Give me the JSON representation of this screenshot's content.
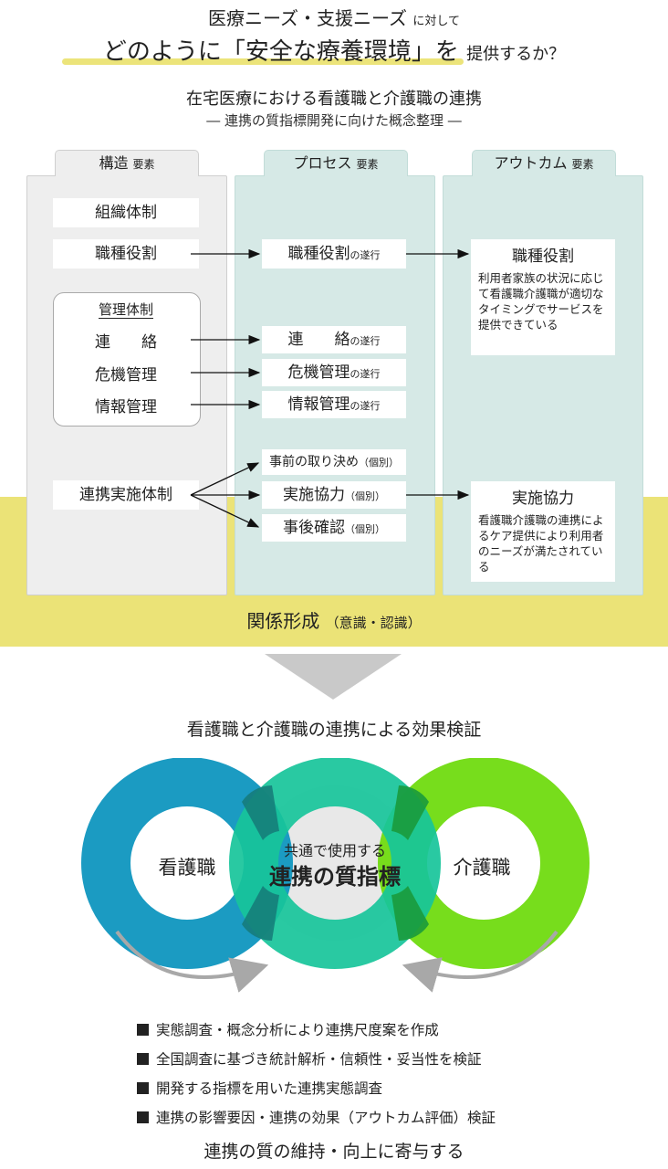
{
  "header": {
    "line1_main": "医療ニーズ・支援ニーズ",
    "line1_small": "に対して",
    "line2_main": "どのように「安全な療養環境」を",
    "line2_small": "提供するか？",
    "subtitle": "在宅医療における看護職と介護職の連携",
    "subtitle2": "― 連携の質指標開発に向けた概念整理 ―"
  },
  "columns": {
    "structure": {
      "label": "構造",
      "suffix": "要素"
    },
    "process": {
      "label": "プロセス",
      "suffix": "要素"
    },
    "outcome": {
      "label": "アウトカム",
      "suffix": "要素"
    }
  },
  "structure_items": {
    "org": "組織体制",
    "role": "職種役割",
    "mgmt_title": "管理体制",
    "contact": "連　　絡",
    "crisis": "危機管理",
    "info": "情報管理",
    "collab": "連携実施体制"
  },
  "process_items": {
    "role": "職種役割",
    "role_suffix": "の遂行",
    "contact": "連　　絡",
    "contact_suffix": "の遂行",
    "crisis": "危機管理",
    "crisis_suffix": "の遂行",
    "info": "情報管理",
    "info_suffix": "の遂行",
    "prior": "事前の取り決め",
    "prior_suffix": "（個別）",
    "coop": "実施協力",
    "coop_suffix": "（個別）",
    "post": "事後確認",
    "post_suffix": "（個別）"
  },
  "outcome_items": {
    "role_title": "職種役割",
    "role_body": "利用者家族の状況に応じて看護職介護職が適切なタイミングでサービスを提供できている",
    "coop_title": "実施協力",
    "coop_body": "看護職介護職の連携によるケア提供により利用者のニーズが満たされている"
  },
  "band": {
    "label": "関係形成",
    "suffix": "（意識・認識）"
  },
  "effect_title": "看護職と介護職の連携による効果検証",
  "rings": {
    "left": "看護職",
    "right": "介護職",
    "center_small": "共通で使用する",
    "center_big": "連携の質指標",
    "colors": {
      "left": "#1b9bc2",
      "center": "#17c49a",
      "right": "#77dd1c"
    }
  },
  "bullets": [
    "実態調査・概念分析により連携尺度案を作成",
    "全国調査に基づき統計解析・信頼性・妥当性を検証",
    "開発する指標を用いた連携実態調査",
    "連携の影響要因・連携の効果（アウトカム評価）検証"
  ],
  "footer": "連携の質の維持・向上に寄与する"
}
